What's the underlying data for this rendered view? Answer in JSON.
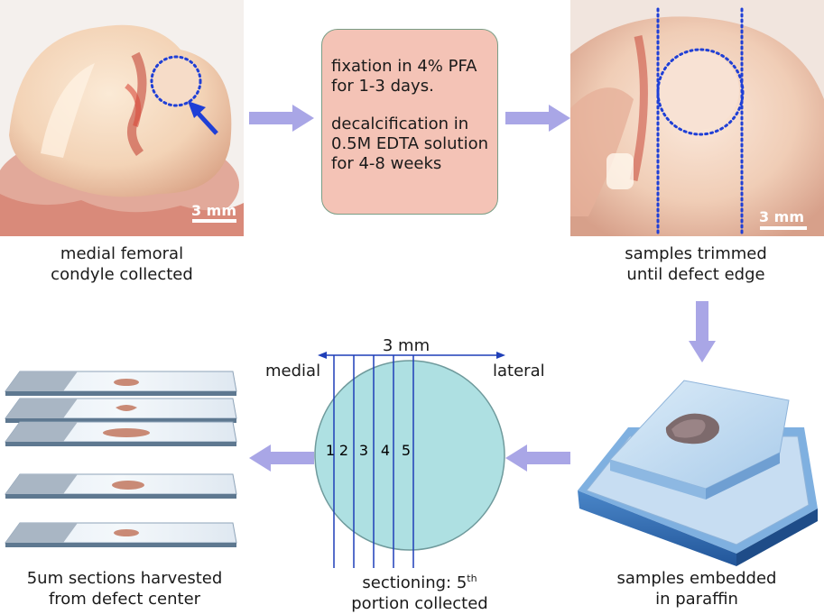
{
  "photo1": {
    "caption_line1": "medial femoral",
    "caption_line2": "condyle collected",
    "scale_label": "3 mm"
  },
  "process_box": {
    "line1": "fixation in 4% PFA",
    "line2": "for 1-3 days.",
    "line3": "decalcification in",
    "line4": "0.5M EDTA solution",
    "line5": "for 4-8 weeks",
    "fill_color": "#f4c3b6"
  },
  "photo2": {
    "caption_line1": "samples trimmed",
    "caption_line2": "until defect edge",
    "scale_label": "3 mm"
  },
  "embedding": {
    "caption_line1": "samples embedded",
    "caption_line2": "in paraffin"
  },
  "sectioning": {
    "width_label": "3 mm",
    "medial_label": "medial",
    "lateral_label": "lateral",
    "portions": [
      "1",
      "2",
      "3",
      "4",
      "5"
    ],
    "caption_prefix": "sectioning: 5",
    "caption_sup": "th",
    "caption_line2": "portion collected",
    "circle_color": "#aee0e2",
    "line_color": "#1f3fb8"
  },
  "slides": {
    "caption_line1": "5um sections harvested",
    "caption_line2": "from defect center"
  },
  "colors": {
    "arrow": "#a9a6e6",
    "defect_marker": "#1f3fd6"
  }
}
